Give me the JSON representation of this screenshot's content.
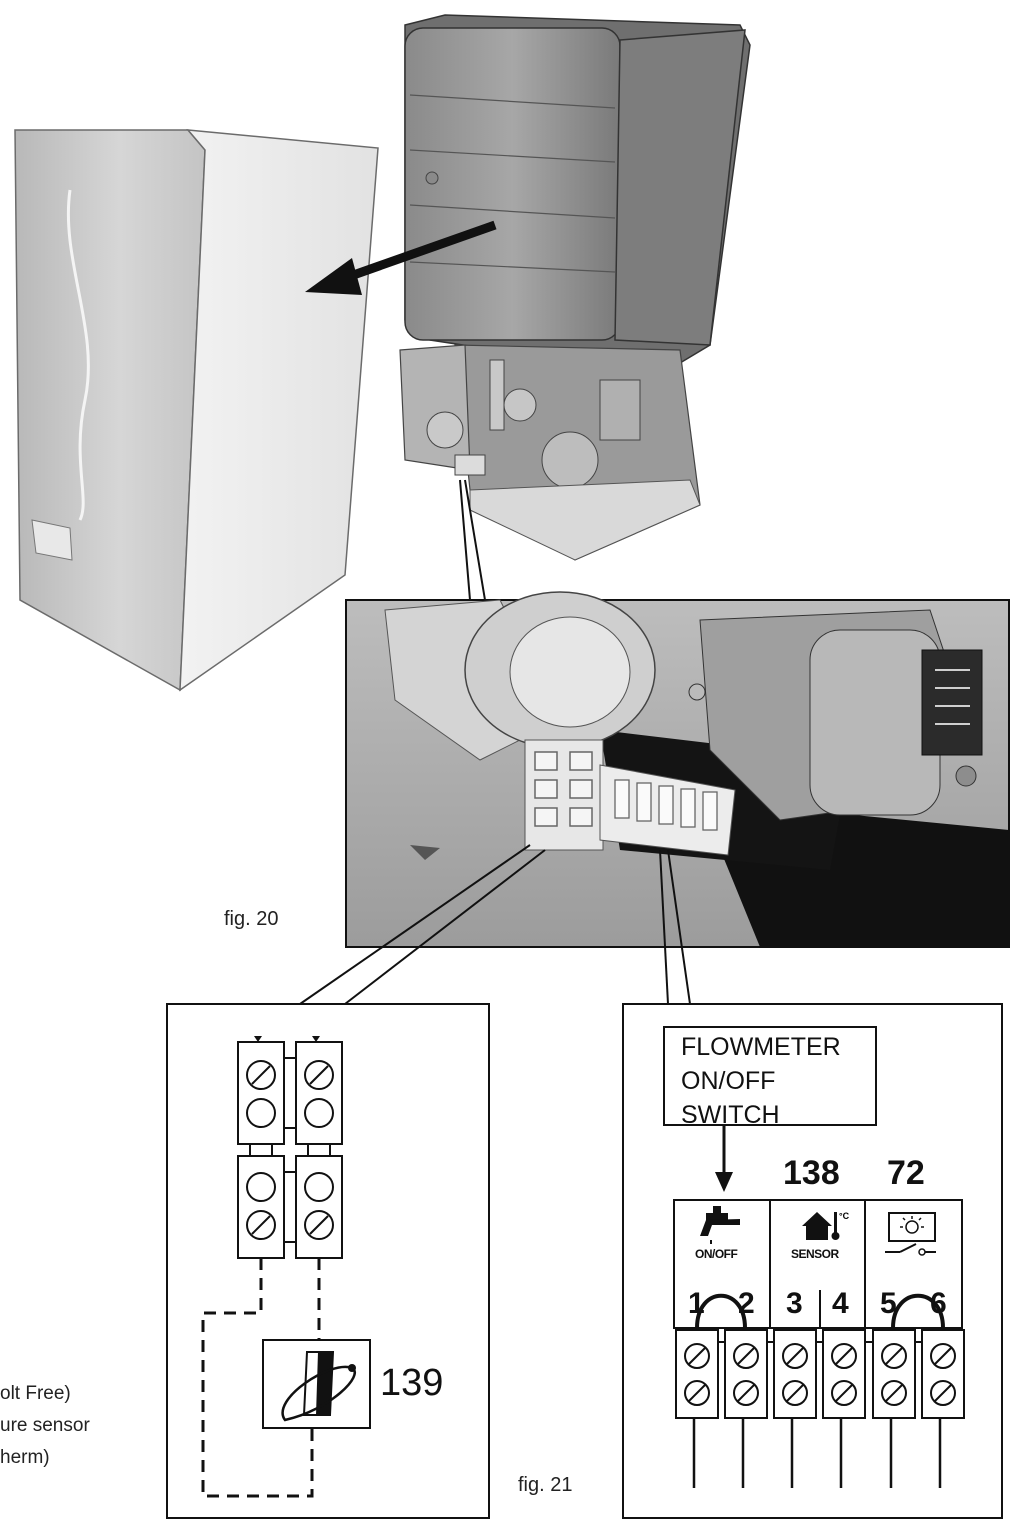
{
  "figures": {
    "fig20_caption": "fig. 20",
    "fig21_caption": "fig. 21"
  },
  "left_panel": {
    "sensor_number": "139"
  },
  "side_text": {
    "line1": "olt Free)",
    "line2": "ure  sensor",
    "line3": "herm)"
  },
  "right_panel": {
    "flowmeter_lines": [
      "FLOWMETER",
      "ON/OFF",
      "SWITCH"
    ],
    "label_138": "138",
    "label_72": "72",
    "icon_onoff_label": "ON/OFF",
    "icon_sensor_label": "SENSOR",
    "terminals": [
      "1",
      "2",
      "3",
      "4",
      "5",
      "6"
    ]
  },
  "icons": [
    "tap-icon",
    "house-thermometer-icon",
    "room-thermostat-icon",
    "outdoor-sensor-icon"
  ]
}
